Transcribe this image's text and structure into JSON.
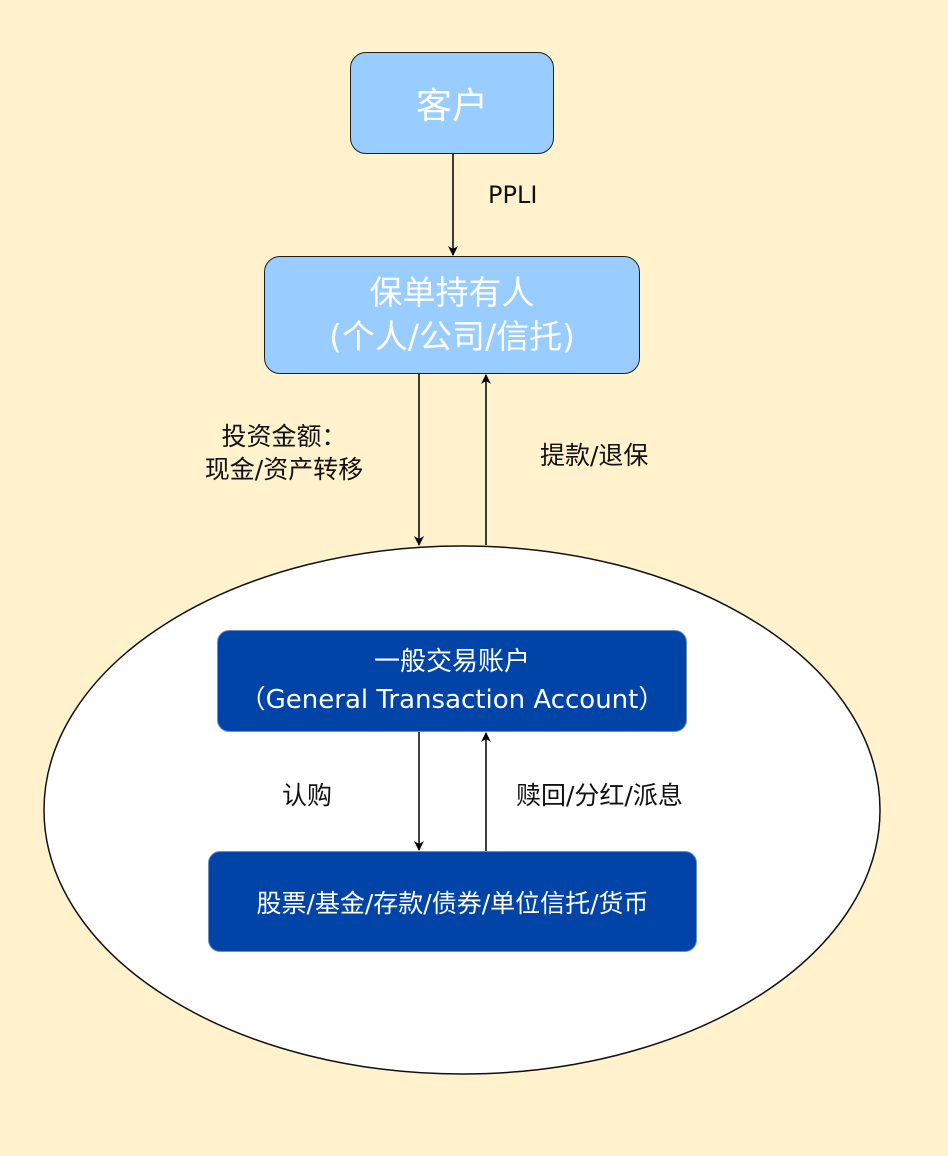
{
  "nodes": {
    "customer": "客户",
    "policyholder": {
      "line1": "保单持有人",
      "line2": "(个人/公司/信托)"
    },
    "general_account": {
      "line1": "一般交易账户",
      "line2": "（General Transaction Account）"
    },
    "assets": "股票/基金/存款/债券/单位信托/货币"
  },
  "edges": {
    "ppli": "PPLI",
    "investment": {
      "line1": "投资金额：",
      "line2": "现金/资产转移"
    },
    "withdrawal": "提款/退保",
    "subscribe": "认购",
    "redemption": "赎回/分红/派息"
  },
  "colors": {
    "background": "#fff2cc",
    "light_node": "#99ccff",
    "dark_node": "#0044a8",
    "ellipse_fill": "#ffffff"
  }
}
